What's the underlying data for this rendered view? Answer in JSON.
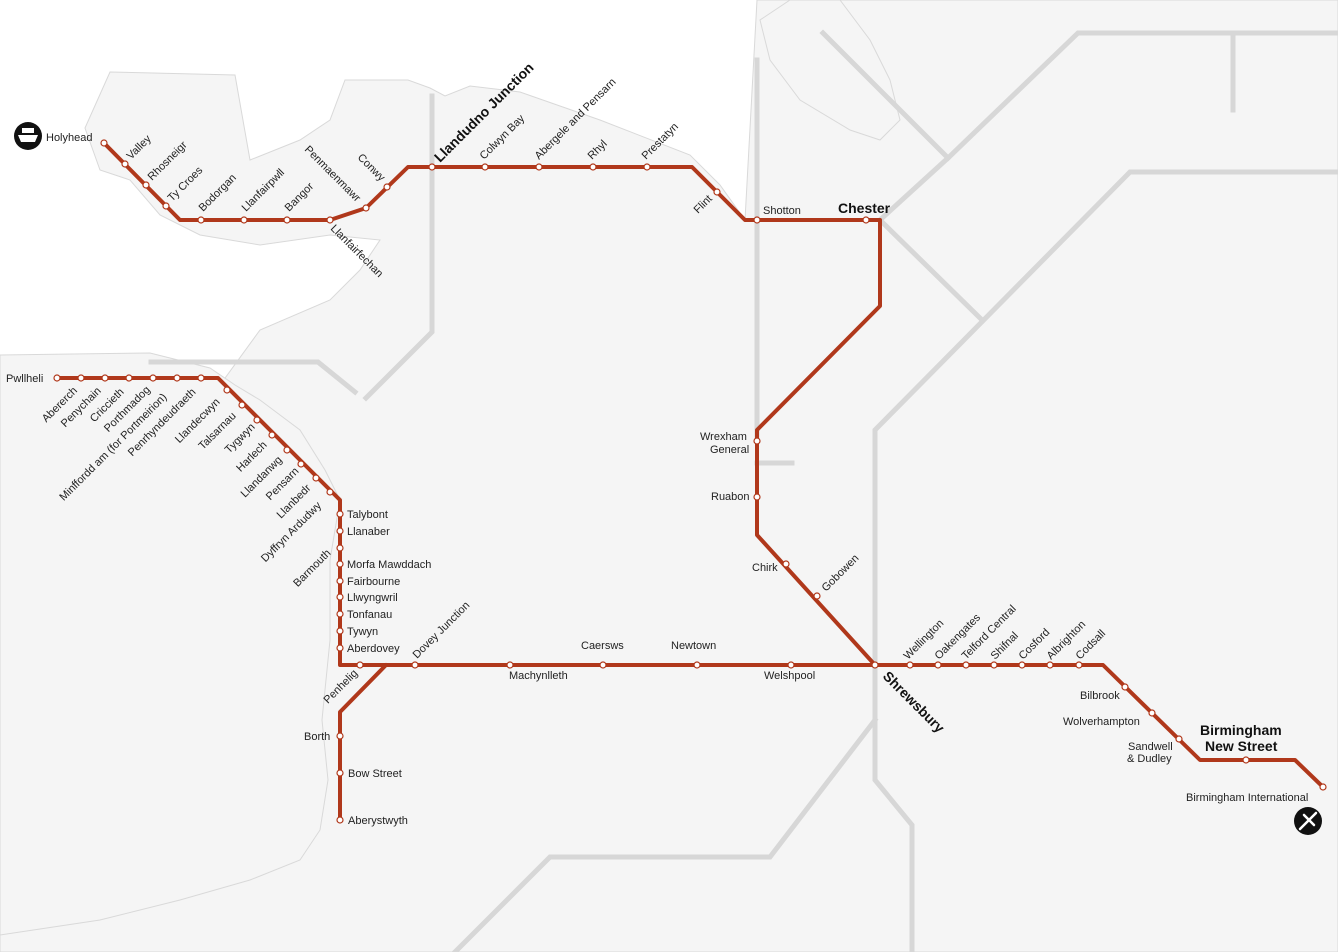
{
  "map": {
    "route_color": "#b0381b",
    "other_rail_color": "#d7d7d7",
    "icons": [
      "ferry-icon",
      "airport-icon"
    ]
  },
  "stations": {
    "holyhead": "Holyhead",
    "valley": "Valley",
    "rhosneigr": "Rhosneigr",
    "ty_croes": "Ty Croes",
    "bodorgan": "Bodorgan",
    "llanfairpwll": "Llanfairpwll",
    "bangor": "Bangor",
    "penmaenmawr": "Penmaenmawr",
    "llanfairfechan": "Llanfairfechan",
    "conwy": "Conwy",
    "llandudno_junction": "Llandudno Junction",
    "colwyn_bay": "Colwyn Bay",
    "abergele": "Abergele and Pensarn",
    "rhyl": "Rhyl",
    "prestatyn": "Prestatyn",
    "flint": "Flint",
    "shotton": "Shotton",
    "chester": "Chester",
    "wrexham_1": "Wrexham",
    "wrexham_2": "General",
    "ruabon": "Ruabon",
    "chirk": "Chirk",
    "gobowen": "Gobowen",
    "shrewsbury": "Shrewsbury",
    "wellington": "Wellington",
    "oakengates": "Oakengates",
    "telford": "Telford Central",
    "shifnal": "Shifnal",
    "cosford": "Cosford",
    "albrighton": "Albrighton",
    "codsall": "Codsall",
    "bilbrook": "Bilbrook",
    "wolverhampton": "Wolverhampton",
    "sandwell_1": "Sandwell",
    "sandwell_2": "& Dudley",
    "bham_ns_1": "Birmingham",
    "bham_ns_2": "New Street",
    "bham_intl": "Birmingham International",
    "pwllheli": "Pwllheli",
    "abererch": "Abererch",
    "penychain": "Penychain",
    "criccieth": "Criccieth",
    "porthmadog": "Porthmadog",
    "minffordd": "Minffordd am (for Portmeirion)",
    "penrhyndeudraeth": "Penrhyndeudraeth",
    "llandecwyn": "Llandecwyn",
    "talsarnau": "Talsarnau",
    "tygwyn": "Tygwyn",
    "harlech": "Harlech",
    "llandanwg": "Llandanwg",
    "pensarn": "Pensarn",
    "llanbedr": "Llanbedr",
    "dyffryn": "Dyffryn Ardudwy",
    "talybont": "Talybont",
    "llanaber": "Llanaber",
    "barmouth": "Barmouth",
    "morfa": "Morfa Mawddach",
    "fairbourne": "Fairbourne",
    "llwyngwril": "Llwyngwril",
    "tonfanau": "Tonfanau",
    "tywyn": "Tywyn",
    "aberdovey": "Aberdovey",
    "dovey_junction": "Dovey Junction",
    "penhelig": "Penhelig",
    "machynlleth": "Machynlleth",
    "caersws": "Caersws",
    "newtown": "Newtown",
    "welshpool": "Welshpool",
    "borth": "Borth",
    "bow_street": "Bow Street",
    "aberystwyth": "Aberystwyth"
  }
}
